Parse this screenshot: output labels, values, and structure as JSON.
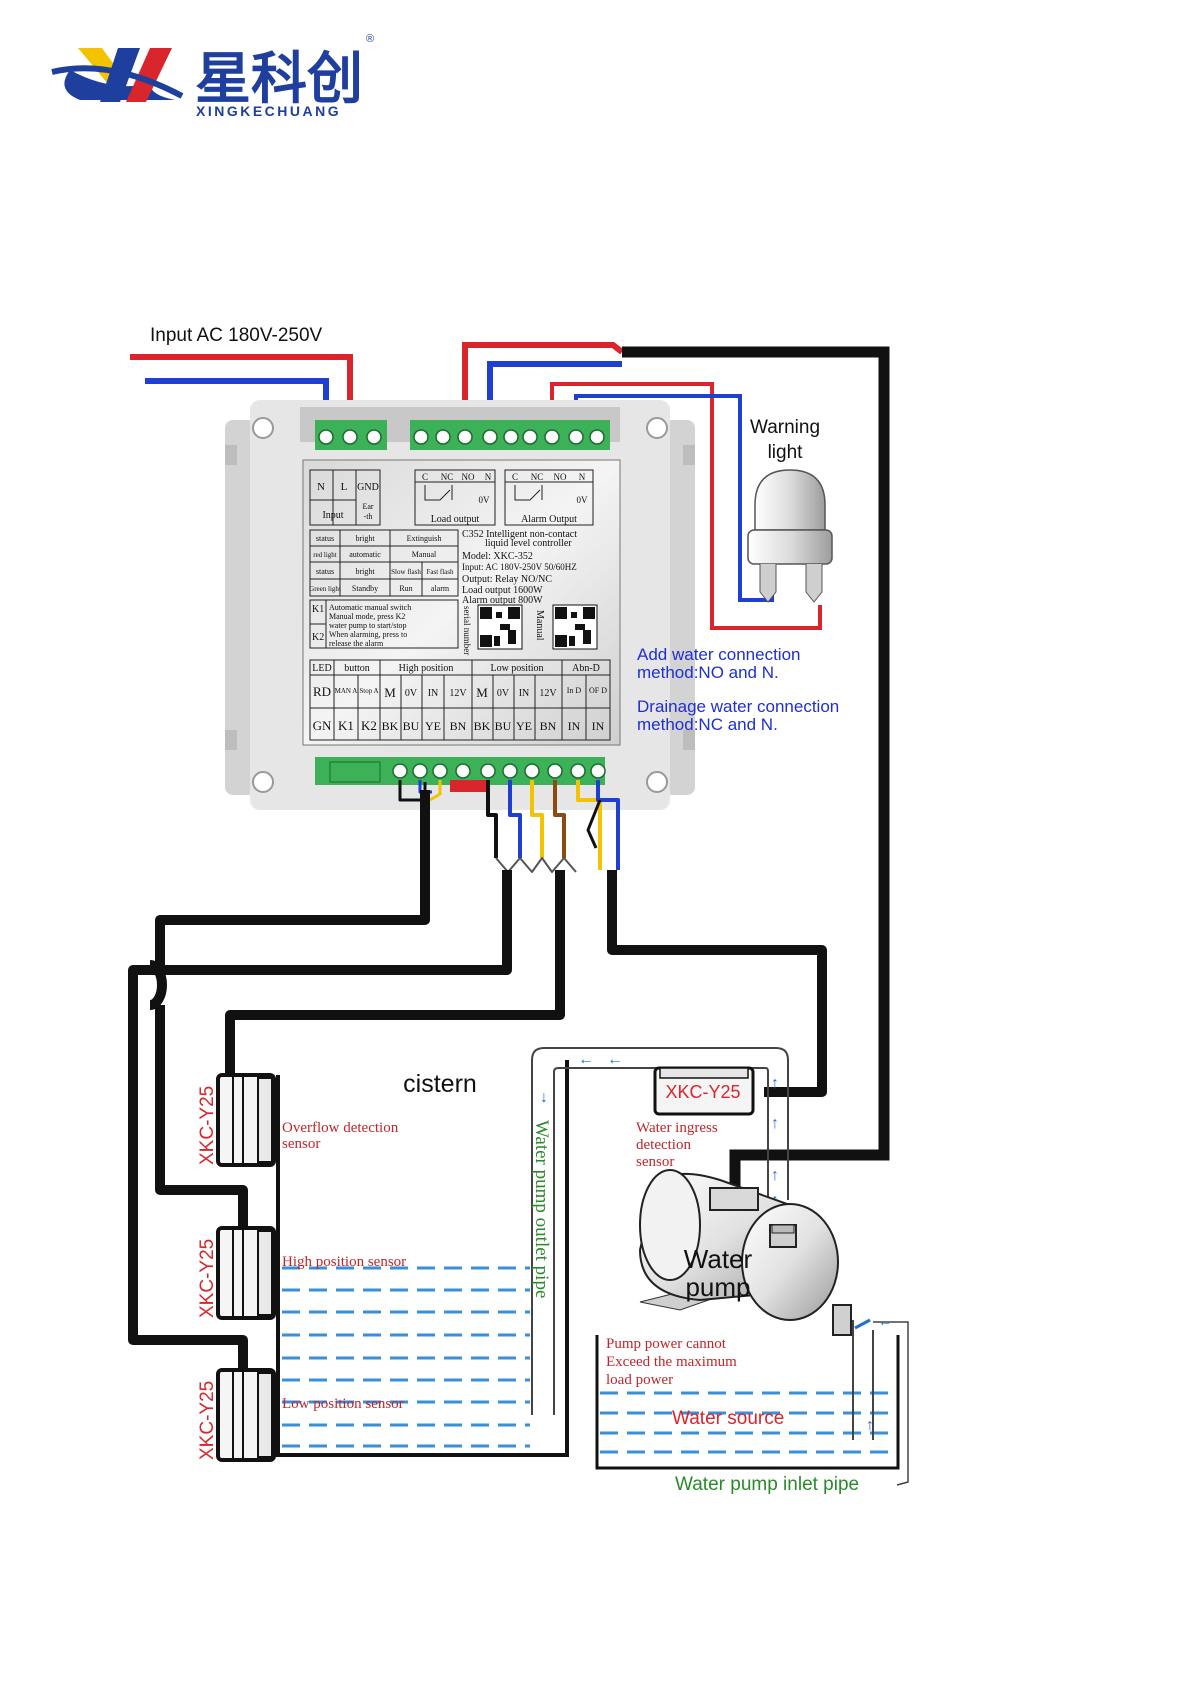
{
  "brand": {
    "name": "XINGKECHUANG",
    "cn": "星科创",
    "registered": "®",
    "colors": {
      "blue": "#1f3f9e",
      "yellow": "#f3c300",
      "red": "#d8262c"
    }
  },
  "power_input": {
    "label": "Input AC 180V-250V"
  },
  "warning_light": {
    "label_line1": "Warning",
    "label_line2": "light"
  },
  "connections": {
    "add_water_1": "Add water connection",
    "add_water_2": "method:NO and N.",
    "drain_water_1": "Drainage water connection",
    "drain_water_2": "method:NC and N."
  },
  "panel": {
    "input_terms": [
      "N",
      "L",
      "GND"
    ],
    "input_label": "Input",
    "earth_label_1": "Ear",
    "earth_label_2": "-th",
    "load_terms": [
      "C",
      "NC",
      "NO",
      "N"
    ],
    "alarm_terms": [
      "C",
      "NC",
      "NO",
      "N"
    ],
    "ov": "0V",
    "load_output": "Load output",
    "alarm_output": "Alarm Output",
    "status_rows": [
      [
        "status",
        "bright",
        "Extinguish"
      ],
      [
        "red light",
        "automatic",
        "Manual"
      ],
      [
        "status",
        "bright",
        "Slow flash",
        "Fast flash"
      ],
      [
        "Green light",
        "Standby",
        "Run",
        "alarm"
      ]
    ],
    "title_1": "C352 Intelligent non-contact",
    "title_2": "liquid level controller",
    "model": "Model: XKC-352",
    "input_spec": "Input: AC 180V-250V 50/60HZ",
    "output_spec": "Output: Relay NO/NC",
    "load_spec": "Load output 1600W",
    "alarm_spec": "Alarm output 800W",
    "k1_label": "K1",
    "k1_text_1": "Automatic manual switch",
    "k1_text_2": "Manual mode, press K2",
    "k1_text_3": "water pump to start/stop",
    "k2_label": "K2",
    "k2_text_1": "When alarming, press to",
    "k2_text_2": "release the alarm",
    "serial": "serial number",
    "manual": "Manual",
    "header": [
      "LED",
      "button",
      "High position",
      "Low position",
      "Abn-D"
    ],
    "row2": [
      "RD",
      "MAN A",
      "Stop A",
      "M",
      "0V",
      "IN",
      "12V",
      "M",
      "0V",
      "IN",
      "12V",
      "In D",
      "OF D"
    ],
    "row3": [
      "GN",
      "K1",
      "K2",
      "BK",
      "BU",
      "YE",
      "BN",
      "BK",
      "BU",
      "YE",
      "BN",
      "IN",
      "IN"
    ]
  },
  "tank": {
    "title": "cistern",
    "sensor_model": "XKC-Y25",
    "overflow_1": "Overflow detection",
    "overflow_2": "sensor",
    "high": "High position sensor",
    "low": "Low position sensor",
    "outlet_pipe": "Water pump outlet pipe"
  },
  "pump": {
    "sensor_model": "XKC-Y25",
    "ingress_1": "Water ingress",
    "ingress_2": "detection",
    "ingress_3": "sensor",
    "label_1": "Water",
    "label_2": "pump",
    "power_1": "Pump power cannot",
    "power_2": "Exceed the maximum",
    "power_3": "load power",
    "water_source": "Water source",
    "inlet_pipe": "Water pump inlet pipe"
  }
}
